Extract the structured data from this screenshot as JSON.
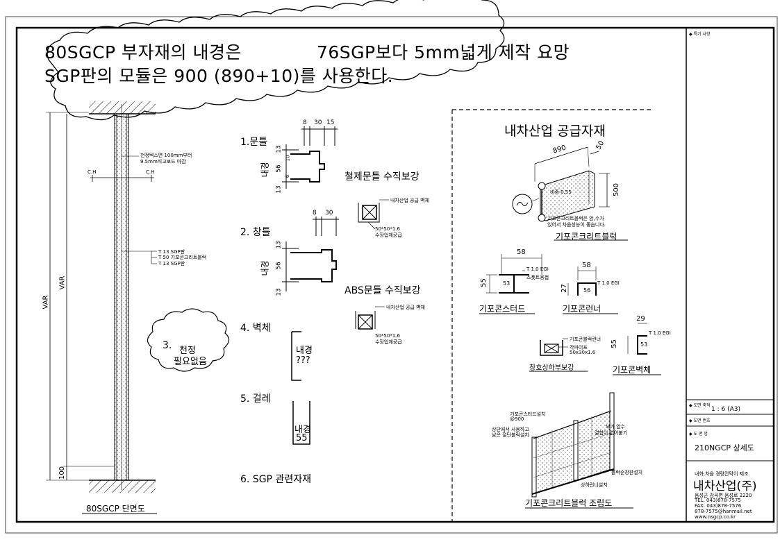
{
  "header": {
    "line1_a": "80SGCP 부자재의 내경은",
    "line1_b": "76SGP보다 5mm넓게 제작 요망",
    "line2": "SGP판의 모듈은 900 (890+10)를 사용한다."
  },
  "left_section": {
    "ceiling_note_1": "천정텍스면 100mm부터",
    "ceiling_note_2": "9.5mm석고보드 마감",
    "ch_left": "C.H",
    "ch_right": "C.H",
    "layer_1": "T 13   SGP판",
    "layer_2": "T 50   기포콘크리트블럭",
    "layer_3": "T 13   SGP판",
    "var_outer": "VAR",
    "var_inner": "VAR",
    "bottom_dim": "100",
    "caption": "80SGCP 단면도",
    "cloud_num": "3.",
    "cloud_line1": "천정",
    "cloud_line2": "필요없음"
  },
  "middle_section": {
    "item1": "1.문틀",
    "item1_dims": [
      "8",
      "30",
      "15"
    ],
    "item1_side": [
      "13",
      "56",
      "13"
    ],
    "item1_small": [
      "10",
      "6"
    ],
    "inner_label": "내경",
    "item1_note": "철제문틀 수직보강",
    "item1_sub": "내차산업 공급 벽체",
    "item1_sub2": "50*50*1.6",
    "item1_sub3": "수장업체공급",
    "item2": "2. 창틀",
    "item2_dims": [
      "8",
      "30"
    ],
    "item2_side": [
      "13",
      "56",
      "13"
    ],
    "item2_note": "ABS문틀 수직보강",
    "item2_sub": "내차산업 공급 벽체",
    "item2_sub2": "50*50*1.6",
    "item2_sub3": "수장업체공급",
    "item4": "4. 벽체",
    "item4_text1": "내경",
    "item4_text2": "???",
    "item5": "5. 걸레",
    "item5_text1": "내경",
    "item5_text2": "55",
    "item6": "6. SGP  관련자재"
  },
  "right_section": {
    "title": "내차산업 공급자재",
    "block_dim_w": "890",
    "block_dim_t": "50",
    "block_dim_h": "500",
    "block_inner": "비중 0.55",
    "block_note_1": "기포콘크리트블럭은 암,수가",
    "block_note_2": "있어서 차음성능이 좋습니다.",
    "block_caption": "기포콘크리트블럭",
    "stud_dim": "58",
    "stud_t": "T 1.0 EGI",
    "stud_weld": "스폿트용접",
    "stud_h": "55",
    "stud_in": "53",
    "stud_caption": "기포콘스터드",
    "runner_dim": "58",
    "runner_t": "T 1.0 EGI",
    "runner_h": "27",
    "runner_in": "56",
    "runner_caption": "기포콘런너",
    "lintel_1": "기포콘블럭런너",
    "lintel_2": "각파이프",
    "lintel_3": "50x30x1.6",
    "lintel_caption": "창호상하부보강",
    "wall_dim": "29",
    "wall_t": "T 1.0 EGI",
    "wall_h": "55",
    "wall_in": "53",
    "wall_caption": "기포콘벽체",
    "assy_1": "기포콘스터드설치",
    "assy_2": "@900",
    "assy_3": "상단에서 사용하고",
    "assy_4": "남은 절단블럭설치",
    "assy_5": "부가 암수",
    "assy_6": "결합이 없어붙기",
    "assy_7": "블럭순창판설치",
    "assy_8": "상하런너설치",
    "assy_caption": "기포콘크리트블럭 조립도"
  },
  "title_block": {
    "notes_label": "◆ 특기 사항",
    "scale_label": "◆ 도면 축척",
    "scale_value": "1 : 6 (A3)",
    "number_label": "◆ 도면 번호",
    "name_label": "◆ 도 면 명",
    "name_value": "210NGCP 상세도",
    "company_sub": "내화,차음 경량칸막이 제조",
    "company": "내차산업(주)",
    "addr": "음성군 감곡면 음성로 2220",
    "tel": "TEL. 043)878-7575",
    "fax": "FAX. 043)878-7576",
    "email": "878-7575@hanmail.net",
    "web": "www.nsgcp.co.kr"
  }
}
